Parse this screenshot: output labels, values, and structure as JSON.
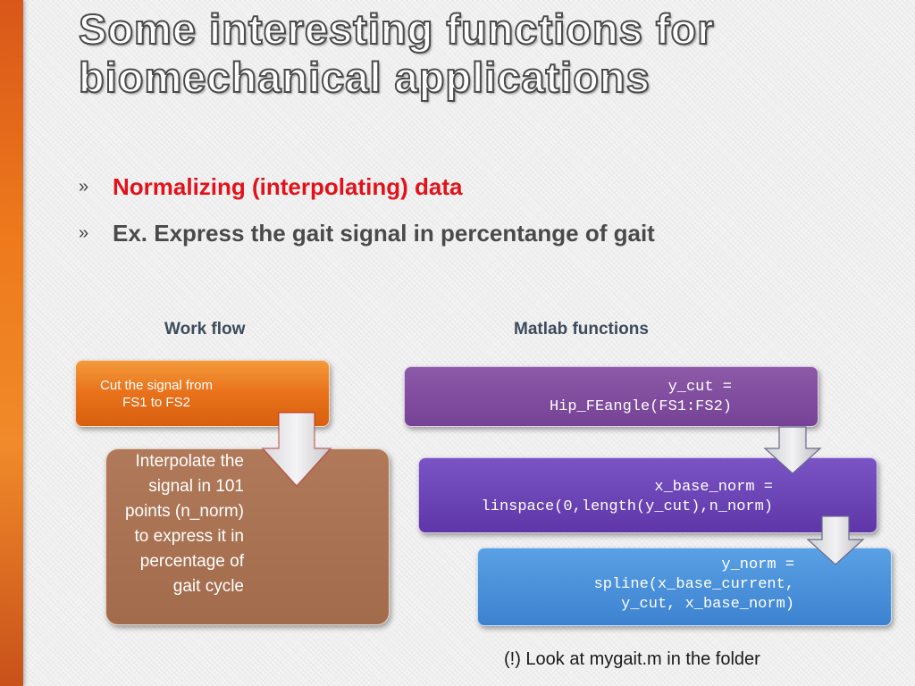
{
  "slide": {
    "title": "Some interesting functions for biomechanical applications",
    "bullets": [
      {
        "marker": "»",
        "text": "Normalizing (interpolating) data",
        "color": "#e3121a"
      },
      {
        "marker": "»",
        "text": "Ex. Express the gait signal in percentange of gait",
        "color": "#4a4a4a"
      }
    ],
    "workflow": {
      "heading": "Work flow",
      "step1": "Cut the signal from FS1 to FS2",
      "step2": "Interpolate the signal in 101 points (n_norm) to express it in percentage of gait cycle"
    },
    "matlab": {
      "heading": "Matlab functions",
      "step1": "y_cut =\nHip_FEangle(FS1:FS2)",
      "step2": "x_base_norm =\nlinspace(0,length(y_cut),n_norm)",
      "step3": "y_norm =\nspline(x_base_current,\ny_cut, x_base_norm)"
    },
    "note": "(!) Look at mygait.m in the folder"
  },
  "colors": {
    "accent_bar": "#ee7a1c",
    "cut_box": "#e8711a",
    "interp_box": "#a26c4c",
    "matlab1": "#7a4a9c",
    "matlab2": "#6a42b4",
    "matlab3": "#4a90dc"
  },
  "icons": {
    "flow_arrow": "down-arrow-icon"
  }
}
